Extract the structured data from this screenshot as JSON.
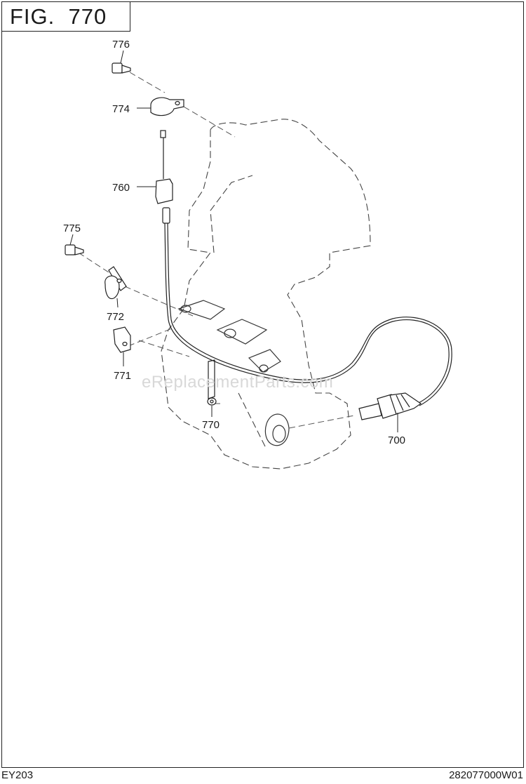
{
  "figure": {
    "title": "FIG.  770"
  },
  "watermark": "eReplacementParts.com",
  "footer": {
    "model": "EY203",
    "part_code": "282077000W01"
  },
  "callouts": {
    "p776": "776",
    "p774": "774",
    "p760": "760",
    "p775": "775",
    "p772": "772",
    "p771": "771",
    "p770": "770",
    "p700": "700"
  }
}
